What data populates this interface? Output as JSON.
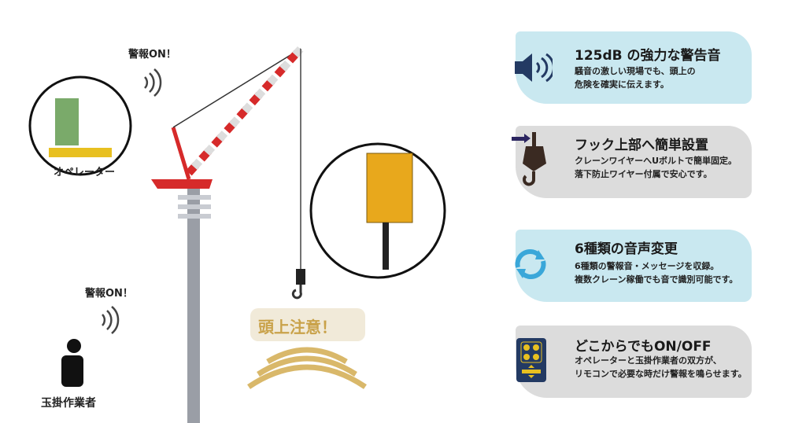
{
  "operator": {
    "alert": "警報ON！",
    "label": "オペレーター"
  },
  "slinger": {
    "alert": "警報ON！",
    "label": "玉掛作業者"
  },
  "overhead_warning": "頭上注意！",
  "features": [
    {
      "title": "125dB の強力な警告音",
      "desc1": "騒音の激しい現場でも、頭上の",
      "desc2": "危険を確実に伝えます。",
      "icon": "speaker-icon"
    },
    {
      "title": "フック上部へ簡単設置",
      "desc1": "クレーンワイヤーへUボルトで簡単固定。",
      "desc2": "落下防止ワイヤー付属で安心です。",
      "icon": "hook-icon"
    },
    {
      "title": "6種類の音声変更",
      "desc1": "6種類の警報音・メッセージを収録。",
      "desc2": "複数クレーン稼働でも音で識別可能です。",
      "icon": "refresh-icon"
    },
    {
      "title": "どこからでもON/OFF",
      "desc1": "オペレーターと玉掛作業者の双方が、",
      "desc2": "リモコンで必要な時だけ警報を鳴らせます。",
      "icon": "remote-icon"
    }
  ],
  "colors": {
    "crane_red": "#d62a2a",
    "navy": "#233a63",
    "gold": "#d9b86a",
    "product": "#e8a81c"
  }
}
